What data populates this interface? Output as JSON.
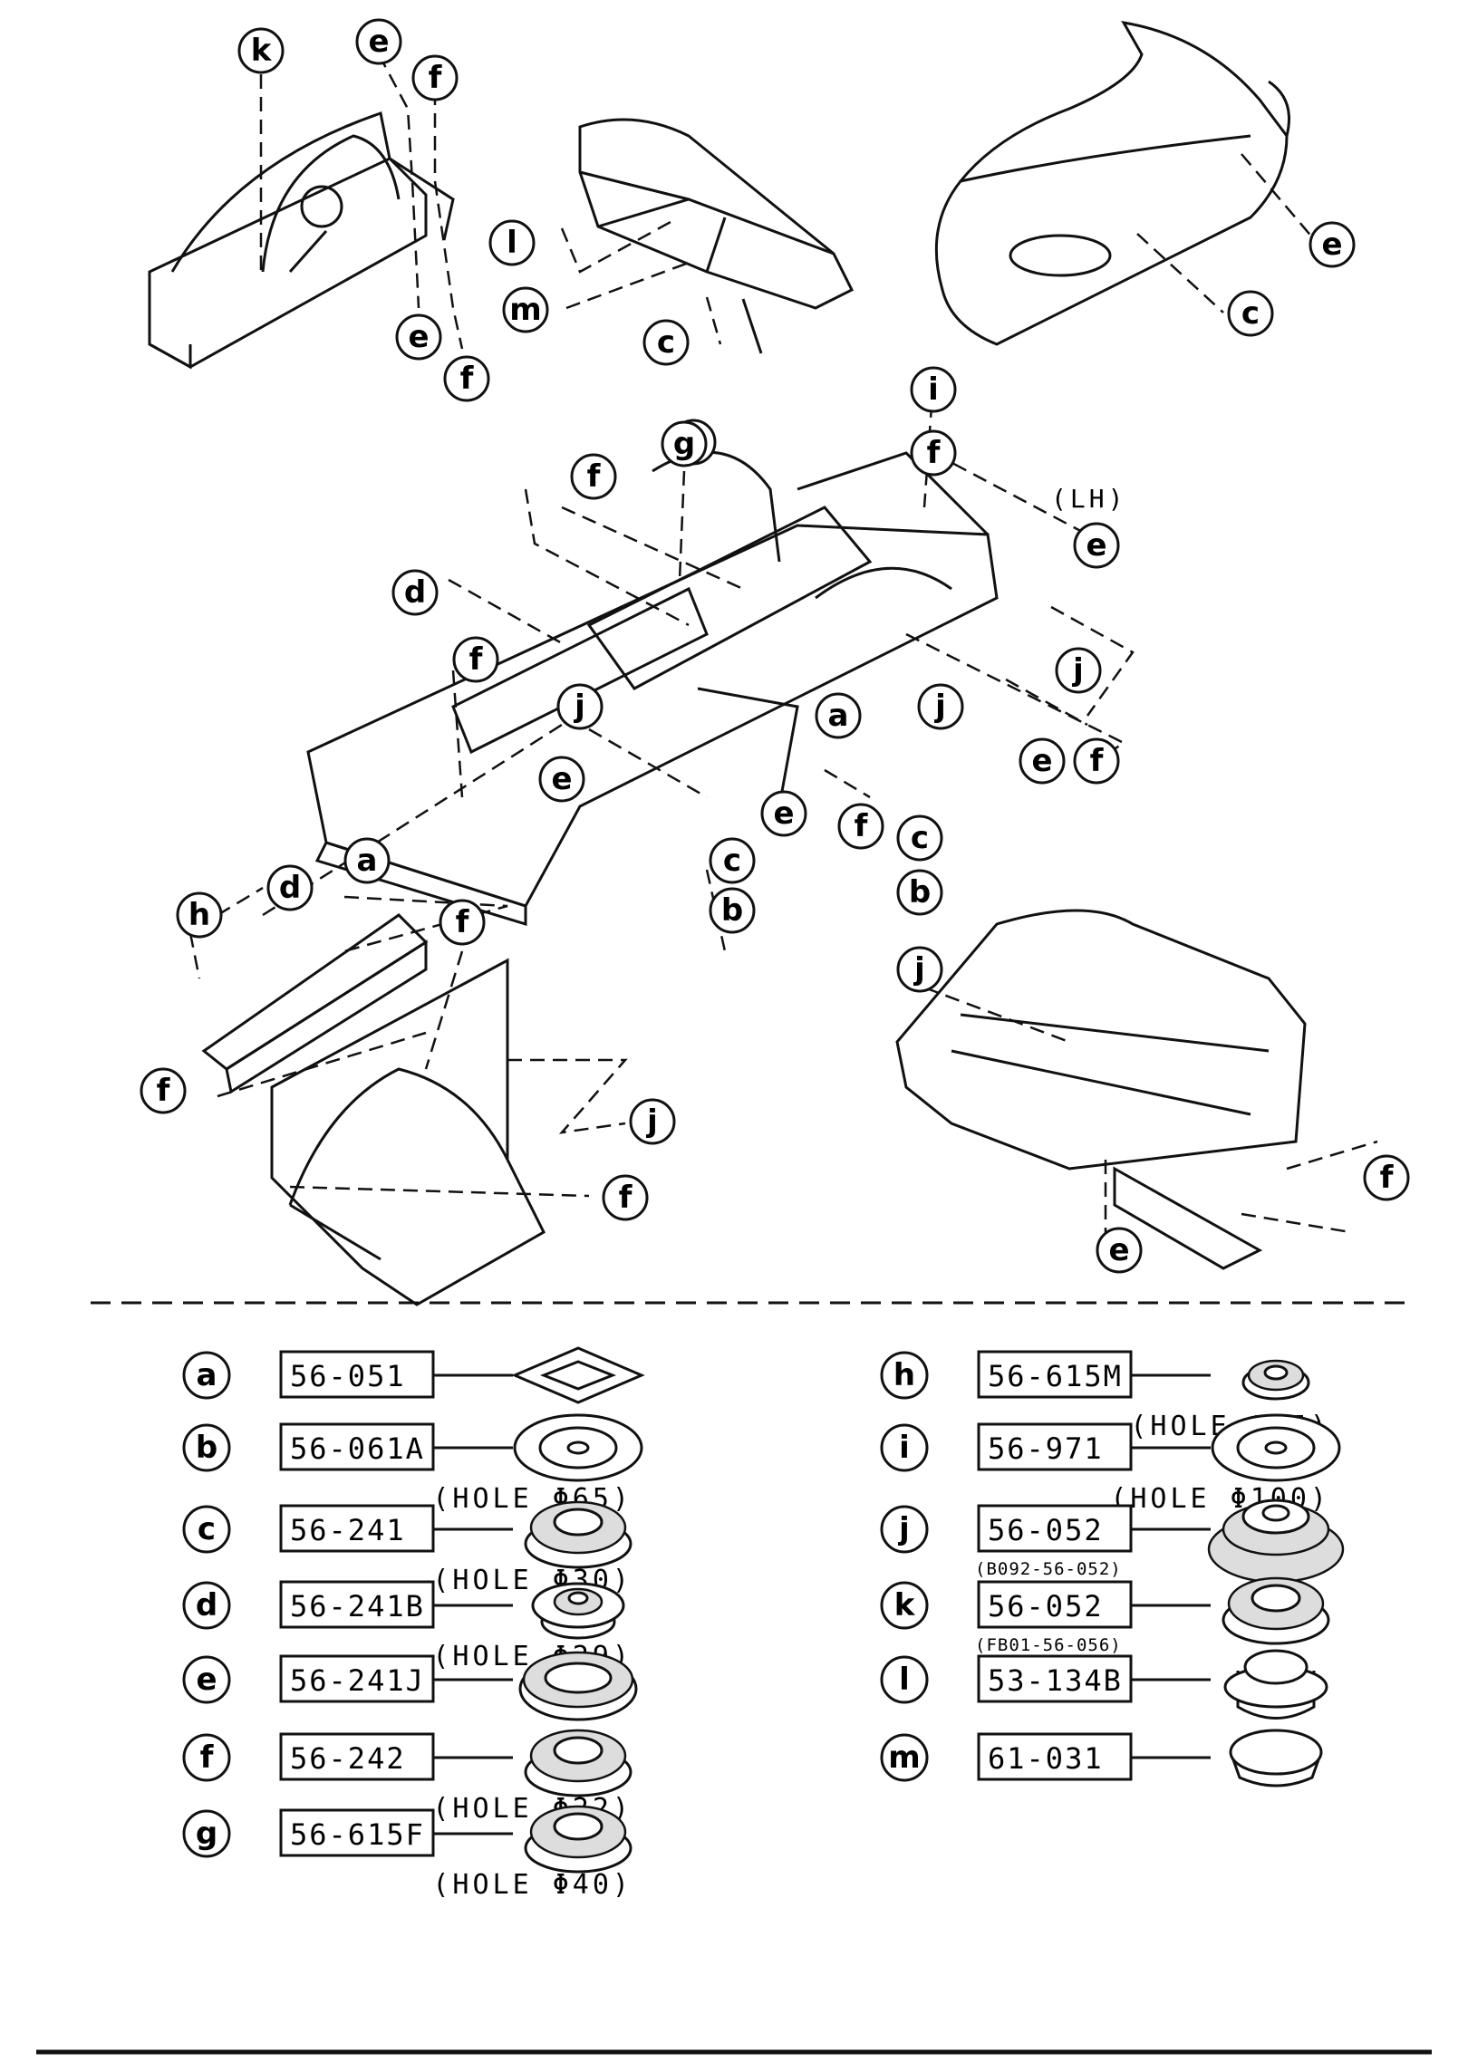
{
  "figure": {
    "side_note": "(LH)",
    "top_section": {
      "callouts": [
        "k",
        "e",
        "f",
        "e",
        "f",
        "l",
        "m",
        "c",
        "f",
        "e",
        "c",
        "i",
        "f",
        "g",
        "f",
        "e",
        "d",
        "j",
        "f",
        "j",
        "e",
        "a",
        "j",
        "e",
        "f",
        "a",
        "d",
        "c",
        "e",
        "f",
        "c",
        "b",
        "b",
        "h",
        "f",
        "f",
        "j",
        "j",
        "f",
        "e",
        "f"
      ]
    }
  },
  "parts": [
    {
      "key": "a",
      "number": "56-051",
      "sub": "",
      "hole": "",
      "icon": "square-grommet-icon"
    },
    {
      "key": "b",
      "number": "56-061A",
      "sub": "",
      "hole": "(HOLE Φ65)",
      "icon": "flat-plug-icon"
    },
    {
      "key": "c",
      "number": "56-241",
      "sub": "",
      "hole": "(HOLE Φ30)",
      "icon": "dome-plug-icon"
    },
    {
      "key": "d",
      "number": "56-241B",
      "sub": "",
      "hole": "(HOLE Φ29)",
      "icon": "stepped-plug-icon"
    },
    {
      "key": "e",
      "number": "56-241J",
      "sub": "",
      "hole": "",
      "icon": "oval-grommet-icon"
    },
    {
      "key": "f",
      "number": "56-242",
      "sub": "",
      "hole": "(HOLE Φ22)",
      "icon": "dome-plug-icon"
    },
    {
      "key": "g",
      "number": "56-615F",
      "sub": "",
      "hole": "(HOLE Φ40)",
      "icon": "dome-plug-icon"
    },
    {
      "key": "h",
      "number": "56-615M",
      "sub": "",
      "hole": "(HOLE Φ15)",
      "icon": "small-plug-icon"
    },
    {
      "key": "i",
      "number": "56-971",
      "sub": "",
      "hole": "(HOLE Φ100)",
      "icon": "flat-plug-icon"
    },
    {
      "key": "j",
      "number": "56-052",
      "sub": "(B092-56-052)",
      "hole": "",
      "icon": "large-grommet-icon"
    },
    {
      "key": "k",
      "number": "56-052",
      "sub": "(FB01-56-056)",
      "hole": "",
      "icon": "dome-plug-icon"
    },
    {
      "key": "l",
      "number": "53-134B",
      "sub": "",
      "hole": "",
      "icon": "cup-plug-icon"
    },
    {
      "key": "m",
      "number": "61-031",
      "sub": "",
      "hole": "",
      "icon": "cap-plug-icon"
    }
  ],
  "style": {
    "ink": "#111111",
    "paper": "#ffffff"
  }
}
